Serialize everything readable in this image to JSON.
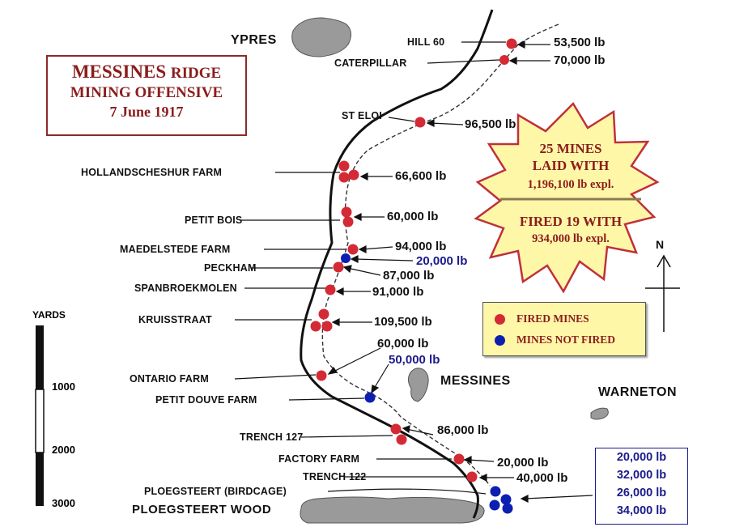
{
  "title": {
    "line1_big": "MESSINES",
    "line1_small": "RIDGE",
    "line2": "MINING OFFENSIVE",
    "line3": "7 June 1917"
  },
  "towns": {
    "ypres": "YPRES",
    "messines": "MESSINES",
    "warneton": "WARNETON",
    "ploegsteert_wood": "PLOEGSTEERT WOOD"
  },
  "mines": [
    {
      "name": "HILL 60",
      "charge": "53,500 lb",
      "fired": true
    },
    {
      "name": "CATERPILLAR",
      "charge": "70,000 lb",
      "fired": true
    },
    {
      "name": "ST ELOI",
      "charge": "96,500 lb",
      "fired": true
    },
    {
      "name": "HOLLANDSCHESHUR FARM",
      "charge": "66,600 lb",
      "fired": true
    },
    {
      "name": "PETIT BOIS",
      "charge": "60,000 lb",
      "fired": true
    },
    {
      "name": "MAEDELSTEDE FARM",
      "charge": "94,000 lb",
      "fired": true
    },
    {
      "name": "PECKHAM",
      "charge": "87,000 lb",
      "fired": true
    },
    {
      "name": "PECKHAM (not fired)",
      "charge": "20,000 lb",
      "fired": false
    },
    {
      "name": "SPANBROEKMOLEN",
      "charge": "91,000 lb",
      "fired": true
    },
    {
      "name": "KRUISSTRAAT",
      "charge": "109,500 lb",
      "fired": true
    },
    {
      "name": "ONTARIO FARM",
      "charge": "60,000 lb",
      "fired": true
    },
    {
      "name": "PETIT DOUVE FARM",
      "charge": "50,000 lb",
      "fired": false
    },
    {
      "name": "TRENCH 127",
      "charge": "86,000 lb",
      "fired": true
    },
    {
      "name": "FACTORY FARM",
      "charge": "20,000 lb",
      "fired": true
    },
    {
      "name": "TRENCH 122",
      "charge": "40,000 lb",
      "fired": true
    },
    {
      "name": "PLOEGSTEERT (BIRDCAGE)",
      "charge": "",
      "fired": false
    }
  ],
  "birdcage_charges": [
    "20,000 lb",
    "32,000 lb",
    "26,000 lb",
    "34,000 lb"
  ],
  "burst": {
    "line1": "25 MINES",
    "line2": "LAID WITH",
    "line3": "1,196,100 lb expl.",
    "line4": "FIRED 19 WITH",
    "line5": "934,000 lb expl."
  },
  "legend": {
    "fired": "FIRED MINES",
    "not_fired": "MINES NOT FIRED"
  },
  "north": "N",
  "scale": {
    "unit": "YARDS",
    "ticks": [
      "1000",
      "2000",
      "3000"
    ]
  },
  "colors": {
    "fired": "#d42a35",
    "not_fired": "#0d1fb0",
    "title": "#8b1d1d",
    "burst_fill": "#fff7a8",
    "burst_stroke": "#c0303a",
    "woods": "#9a9a9a",
    "legend_bg": "#fff7a8"
  }
}
